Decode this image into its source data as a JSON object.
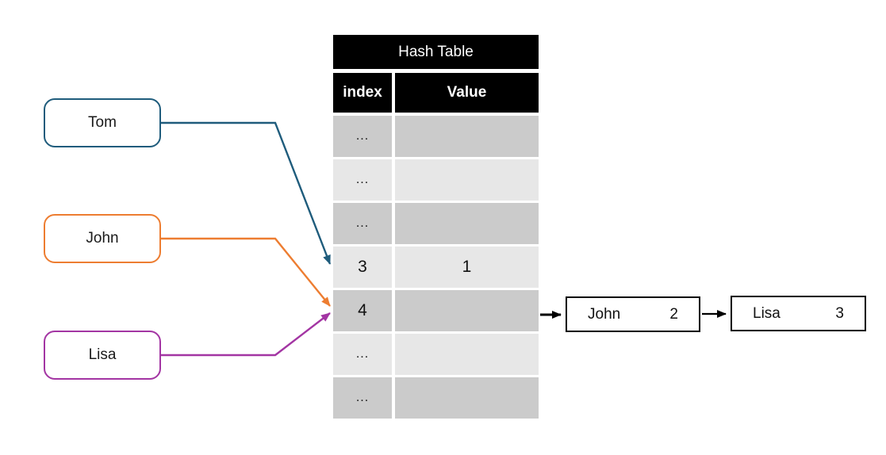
{
  "keys": [
    {
      "label": "Tom"
    },
    {
      "label": "John"
    },
    {
      "label": "Lisa"
    }
  ],
  "hash_table": {
    "title": "Hash Table",
    "columns": [
      "index",
      "Value"
    ],
    "rows": [
      {
        "index": "...",
        "value": ""
      },
      {
        "index": "...",
        "value": ""
      },
      {
        "index": "...",
        "value": ""
      },
      {
        "index": "3",
        "value": "1"
      },
      {
        "index": "4",
        "value": ""
      },
      {
        "index": "...",
        "value": ""
      },
      {
        "index": "...",
        "value": ""
      }
    ]
  },
  "chain": {
    "nodes": [
      {
        "key": "John",
        "value": "2"
      },
      {
        "key": "Lisa",
        "value": "3"
      }
    ]
  },
  "colors": {
    "tom_arrow": "#1F5C7C",
    "john_arrow": "#ED7D31",
    "lisa_arrow": "#A335A3",
    "link_arrow": "#000000",
    "header_bg": "#000000",
    "header_text": "#FFFFFF",
    "row_dark": "#CBCBCB",
    "row_light": "#E7E7E7"
  }
}
